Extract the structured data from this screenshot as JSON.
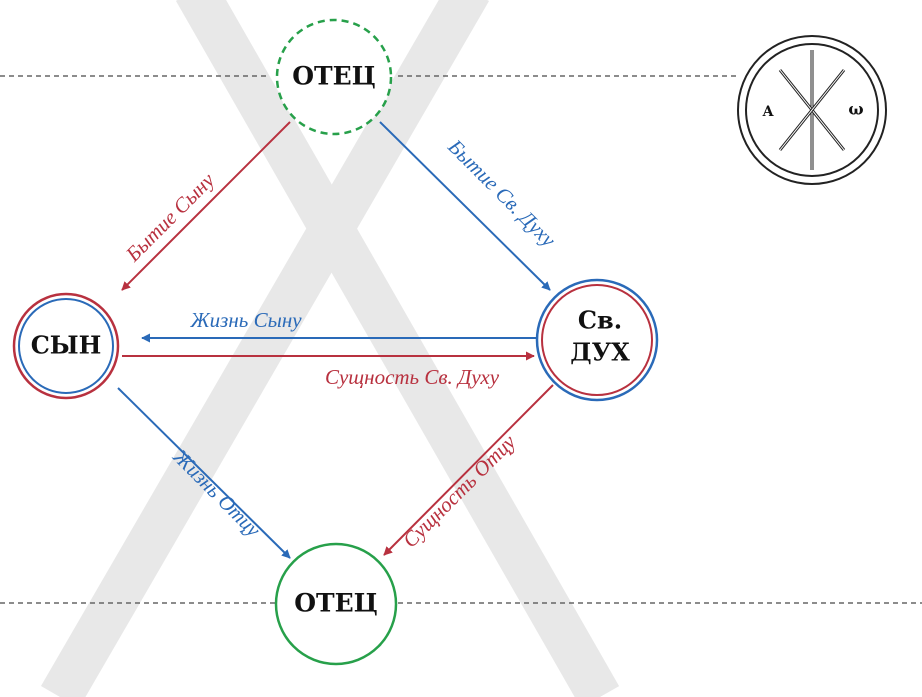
{
  "colors": {
    "red": "#b8313f",
    "blue": "#2a6ab8",
    "green": "#27a04a",
    "band": "#e6e6e6",
    "text": "#111111"
  },
  "nodes": {
    "father_top": {
      "label": "ОТЕЦ"
    },
    "son": {
      "label": "СЫН"
    },
    "spirit": {
      "line1": "Св.",
      "line2": "ДУХ"
    },
    "father_bottom": {
      "label": "ОТЕЦ"
    }
  },
  "edges": {
    "being_to_son": "Бытие Сыну",
    "being_to_spirit": "Бытие Св. Духу",
    "life_to_son": "Жизнь Сыну",
    "essence_to_spirit": "Сущность Св. Духу",
    "life_to_father": "Жизнь Отцу",
    "essence_to_father": "Сущность Отцу"
  },
  "seal": {
    "alpha": "A",
    "omega": "ω"
  }
}
